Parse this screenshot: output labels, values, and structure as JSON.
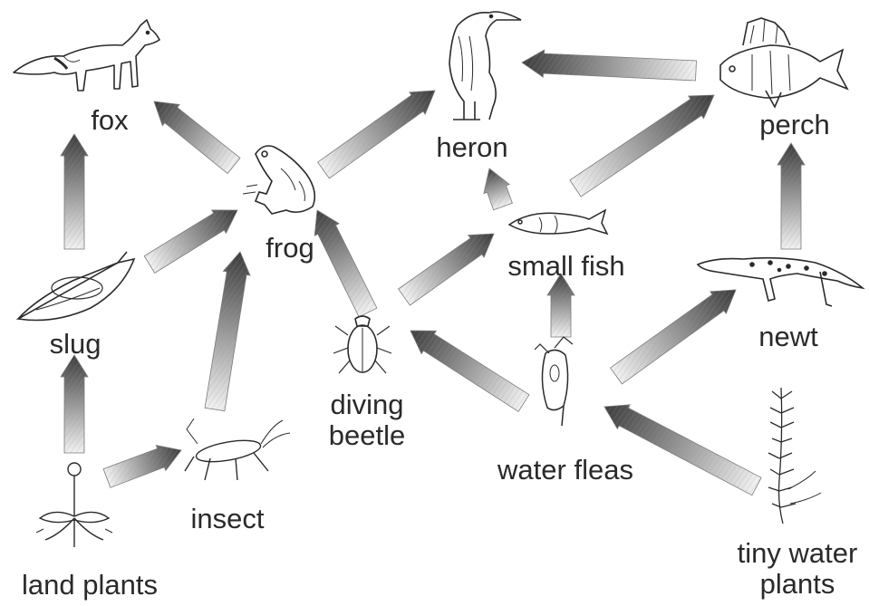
{
  "diagram": {
    "type": "food web",
    "organisms": {
      "fox": "fox",
      "heron": "heron",
      "perch": "perch",
      "frog": "frog",
      "small_fish": "small fish",
      "slug": "slug",
      "newt": "newt",
      "diving_beetle": [
        "diving",
        "beetle"
      ],
      "water_fleas": "water fleas",
      "insect": "insect",
      "land_plants": "land plants",
      "tiny_water_plants": [
        "tiny water",
        "plants"
      ]
    },
    "links": [
      {
        "from": "land plants",
        "to": "slug"
      },
      {
        "from": "land plants",
        "to": "insect"
      },
      {
        "from": "slug",
        "to": "fox"
      },
      {
        "from": "slug",
        "to": "frog"
      },
      {
        "from": "insect",
        "to": "frog"
      },
      {
        "from": "frog",
        "to": "fox"
      },
      {
        "from": "frog",
        "to": "heron"
      },
      {
        "from": "diving beetle",
        "to": "frog"
      },
      {
        "from": "diving beetle",
        "to": "small fish"
      },
      {
        "from": "water fleas",
        "to": "diving beetle"
      },
      {
        "from": "water fleas",
        "to": "small fish"
      },
      {
        "from": "water fleas",
        "to": "newt"
      },
      {
        "from": "tiny water plants",
        "to": "water fleas"
      },
      {
        "from": "small fish",
        "to": "heron"
      },
      {
        "from": "small fish",
        "to": "perch"
      },
      {
        "from": "newt",
        "to": "perch"
      },
      {
        "from": "perch",
        "to": "heron"
      }
    ],
    "colors": {
      "arrow_dark": "#3c3c3c",
      "arrow_light": "#f2f2f2",
      "ink": "#2a2a2a"
    }
  }
}
